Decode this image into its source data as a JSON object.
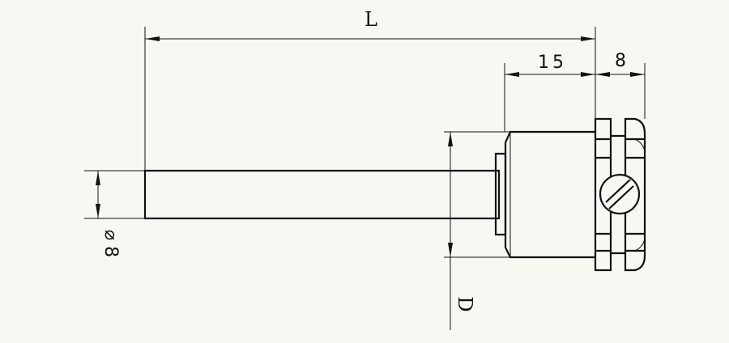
{
  "labels": {
    "overall_length": "L",
    "thread_length": "15",
    "head_thickness": "8",
    "stem_diameter": "⌀ 8",
    "thread_diameter": "D"
  }
}
